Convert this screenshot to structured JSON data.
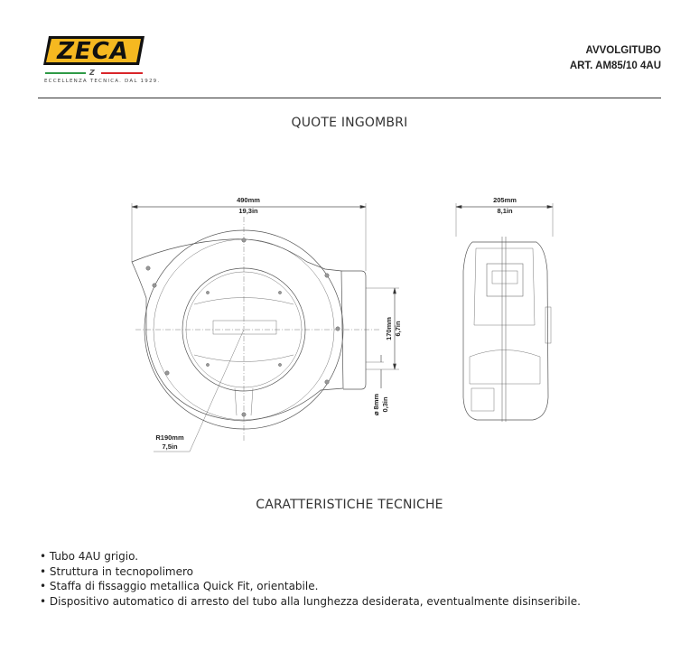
{
  "header": {
    "logo_text": "ZECA",
    "logo_tagline": "ECCELLENZA TECNICA. DAL 1929.",
    "product_type": "AVVOLGITUBO",
    "article": "ART. AM85/10 4AU"
  },
  "dimensions_section": {
    "title": "QUOTE INGOMBRI",
    "front_view": {
      "width_mm": "490mm",
      "width_in": "19,3in",
      "bracket_height_mm": "170mm",
      "bracket_height_in": "6,7in",
      "hole_mm": "⌀ 8mm",
      "hole_in": "0,3in",
      "radius_mm": "R190mm",
      "radius_in": "7,5in"
    },
    "side_view": {
      "depth_mm": "205mm",
      "depth_in": "8,1in"
    }
  },
  "features_section": {
    "title": "CARATTERISTICHE TECNICHE",
    "items": [
      "Tubo 4AU grigio.",
      "Struttura in tecnopolimero",
      "Staffa di fissaggio metallica Quick Fit, orientabile.",
      "Dispositivo automatico di arresto del tubo alla lunghezza desiderata, eventualmente disinseribile."
    ]
  },
  "colors": {
    "logo_yellow": "#f5b820",
    "flag_green": "#2e9a46",
    "flag_red": "#d9252a"
  }
}
